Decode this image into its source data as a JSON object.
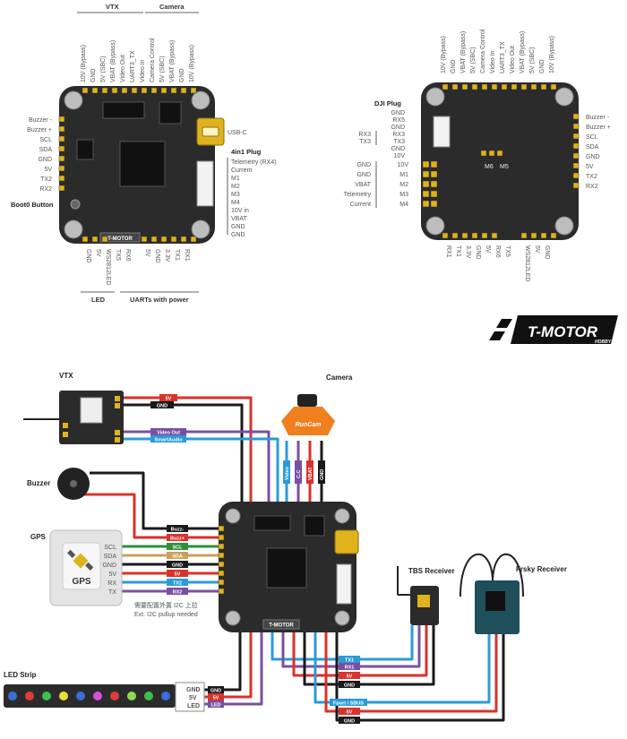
{
  "top_left": {
    "header_vtx": "VTX",
    "header_camera": "Camera",
    "top_pins": [
      "10V (Bypass)",
      "GND",
      "5V (SBC)",
      "VBAT (Bypass)",
      "Video Out",
      "UART3_TX",
      "Video In",
      "Camera Control",
      "5V (SBC)",
      "VBAT (Bypass)",
      "GND",
      "10V (Bypass)"
    ],
    "left_pins": [
      "Buzzer -",
      "Buzzer +",
      "SCL",
      "SDA",
      "GND",
      "5V",
      "TX2",
      "RX2"
    ],
    "boot_label": "Boot0 Button",
    "usb_label": "USB-C",
    "plug_title": "4in1 Plug",
    "plug_pins": [
      "Telemetry (RX4)",
      "Current",
      "M1",
      "M2",
      "M3",
      "M4",
      "10V in",
      "VBAT",
      "GND",
      "GND"
    ],
    "bottom_pins": [
      "GND",
      "5V",
      "WS2812LED",
      "TX5",
      "RX6",
      "5V",
      "GND",
      "3.3V",
      "TX1",
      "RX1"
    ],
    "footer_led": "LED",
    "footer_uarts": "UARTs with power",
    "brand_chip": "T-MOTOR"
  },
  "top_right": {
    "top_pins": [
      "10V (Bypass)",
      "GND",
      "VBAT (Bypass)",
      "5V (SBC)",
      "Camera Control",
      "Video In",
      "UART3_TX",
      "Video Out",
      "VBAT (Bypass)",
      "5V (SBC)",
      "GND",
      "10V (Bypass)"
    ],
    "dji_title": "DJI Plug",
    "dji_pins": [
      "GND",
      "RX5",
      "GND",
      "RX3",
      "TX3",
      "GND",
      "10V"
    ],
    "dji_left": [
      "RX3",
      "TX3"
    ],
    "right_pins": [
      "Buzzer -",
      "Buzzer +",
      "SCL",
      "SDA",
      "GND",
      "5V",
      "TX2",
      "RX2"
    ],
    "motor_pins": [
      "10V",
      "M1",
      "M2",
      "M3",
      "M4"
    ],
    "motor_left": [
      "GND",
      "GND",
      "VBAT",
      "Telemetry",
      "Current"
    ],
    "pads": [
      "M6",
      "M5"
    ],
    "bottom_pins": [
      "RX1",
      "TX1",
      "3.3V",
      "GND",
      "5V",
      "RX6",
      "TX5",
      "WS2812LED",
      "5V",
      "GND"
    ]
  },
  "logo": {
    "main": "T-MOTOR",
    "sub": "HOBBY"
  },
  "wiring": {
    "vtx_label": "VTX",
    "camera_label": "Camera",
    "buzzer_label": "Buzzer",
    "gps_label": "GPS",
    "gps_chip": "GPS",
    "gps_pins": [
      "SCL",
      "SDA",
      "GND",
      "5V",
      "RX",
      "TX"
    ],
    "gps_note1": "需要配置外置 I2C 上拉",
    "gps_note2": "Ext. I2C pullup needed",
    "led_strip_label": "LED Strip",
    "led_pins": [
      "GND",
      "5V",
      "LED"
    ],
    "tbs_label": "TBS Receiver",
    "frsky_label": "Frsky Receiver",
    "camera_brand": "RunCam",
    "wires": {
      "vtx_5v": "5V",
      "vtx_gnd": "GND",
      "video_out": "Video Out",
      "smartaudio": "SmartAudio",
      "buzz_minus": "Buzz-",
      "buzz_plus": "Buzz+",
      "scl": "SCL",
      "sda": "SDA",
      "gnd": "GND",
      "v5": "5V",
      "tx2": "TX2",
      "rx2": "RX2",
      "cam_video": "Video",
      "cam_cc": "C.C",
      "cam_vbat": "VBAT",
      "cam_gnd": "GND",
      "tx1": "TX1",
      "rx1": "RX1",
      "tbs_5v": "5V",
      "tbs_gnd": "GND",
      "sbus": "Fport / SBUS",
      "fr_5v": "5V",
      "fr_gnd": "GND",
      "led_gnd": "GND",
      "led_5v": "5V",
      "led_led": "LED"
    },
    "board_brand": "T-MOTOR"
  },
  "colors": {
    "red": "#d9322a",
    "black": "#1a1a1a",
    "blue": "#2a9bd8",
    "purple": "#7a4fa3",
    "green": "#2f8f3c",
    "tan": "#c9a15a",
    "board": "#2b2b2b",
    "pad": "#e0b21b"
  }
}
